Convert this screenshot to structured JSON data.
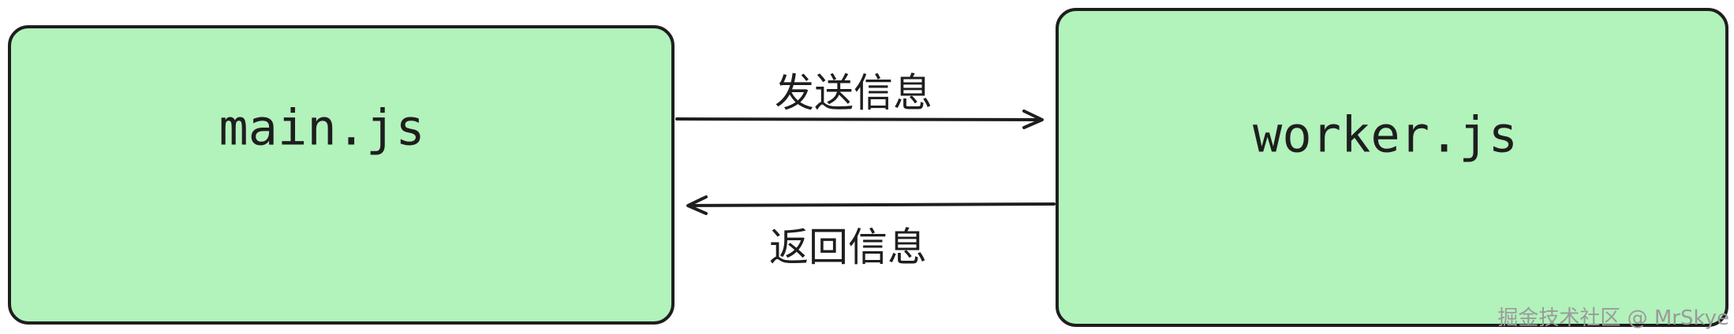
{
  "nodes": {
    "main": {
      "label": "main.js"
    },
    "worker": {
      "label": "worker.js"
    }
  },
  "edges": {
    "send": {
      "label": "发送信息",
      "from": "main.js",
      "to": "worker.js"
    },
    "return": {
      "label": "返回信息",
      "from": "worker.js",
      "to": "main.js"
    }
  },
  "watermark": "掘金技术社区 @ MrSkye",
  "colors": {
    "box_fill": "#b2f2bb",
    "stroke": "#1e1e1e",
    "background": "#ffffff"
  }
}
